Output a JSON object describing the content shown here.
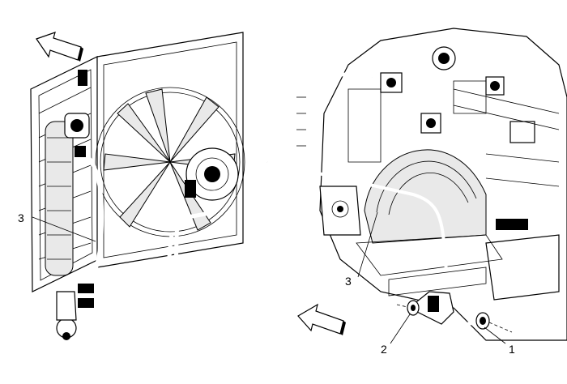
{
  "callouts": {
    "left_3": "3",
    "right_3": "3",
    "right_2": "2",
    "right_1": "1"
  },
  "icons": {
    "left_arrow": "direction-arrow-icon",
    "right_arrow": "direction-arrow-icon"
  },
  "colors": {
    "line": "#000000",
    "background": "#ffffff"
  }
}
